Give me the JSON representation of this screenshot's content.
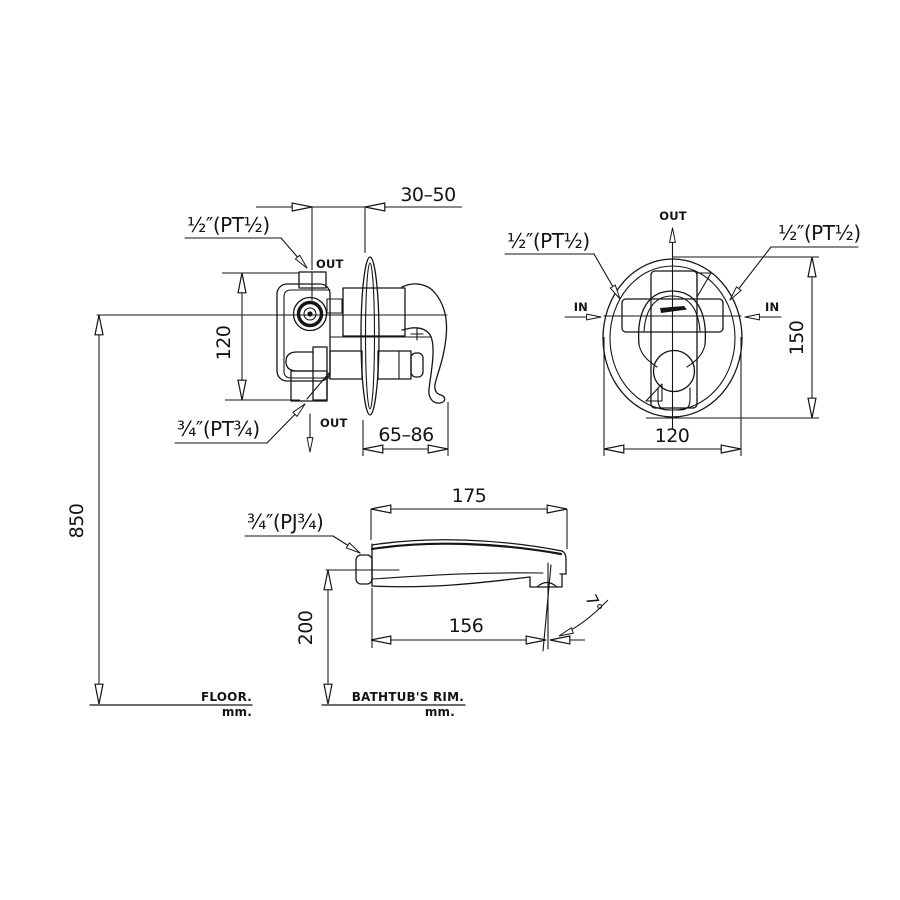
{
  "side_view": {
    "dim_wall_offset": "30–50",
    "dim_port_spacing": "120",
    "dim_depth": "65–86",
    "shower_outlet_label": "½″(PT½)",
    "tub_outlet_label": "¾″(PT¾)",
    "out_top": "OUT",
    "out_bottom": "OUT"
  },
  "front_view": {
    "out": "OUT",
    "in_left": "IN",
    "in_right": "IN",
    "inlet_left_label": "½″(PT½)",
    "inlet_right_label": "½″(PT½)",
    "dim_height": "150",
    "dim_width": "120"
  },
  "spout_view": {
    "inlet_label": "¾″(PJ¾)",
    "dim_length": "175",
    "dim_reach": "156",
    "dim_height": "200",
    "angle": "7°"
  },
  "install": {
    "dim_floor_height": "850",
    "floor_label": "FLOOR.",
    "floor_unit": "mm.",
    "rim_label": "BATHTUB'S RIM.",
    "rim_unit": "mm."
  },
  "colors": {
    "line": "#151515",
    "background": "#ffffff"
  }
}
